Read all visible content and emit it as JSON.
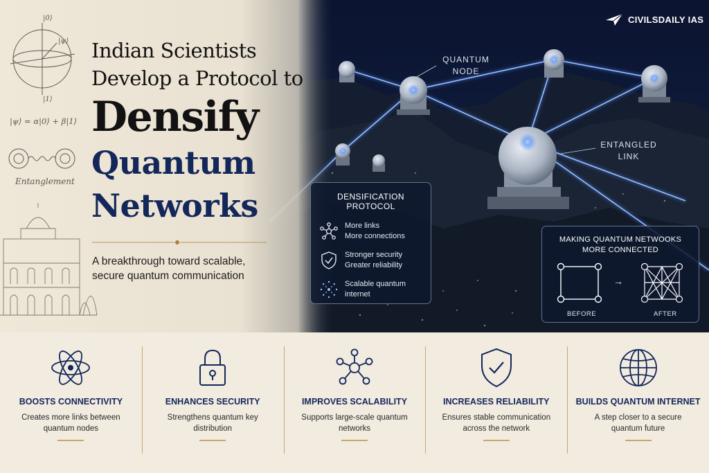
{
  "brand": {
    "name": "CIVILSDAILY IAS"
  },
  "headline": {
    "line1": "Indian Scientists",
    "line2": "Develop a Protocol to",
    "line3": "Densify",
    "line4": "Quantum",
    "line5": "Networks"
  },
  "subtitle": "A breakthrough toward scalable, secure quantum communication",
  "sketch": {
    "ket0": "|0⟩",
    "ket1": "|1⟩",
    "psi": "|ψ⟩",
    "equation": "|ψ⟩ = α|0⟩ + β|1⟩",
    "entanglement": "Entanglement"
  },
  "callouts": {
    "quantum_node": [
      "QUANTUM",
      "NODE"
    ],
    "entangled_link": [
      "ENTANGLED",
      "LINK"
    ]
  },
  "densification": {
    "title": "DENSIFICATION PROTOCOL",
    "items": [
      {
        "icon": "network-nodes-icon",
        "line1": "More links",
        "line2": "More connections"
      },
      {
        "icon": "shield-check-icon",
        "line1": "Stronger security",
        "line2": "Greater reliability"
      },
      {
        "icon": "dotted-sphere-icon",
        "line1": "Scalable quantum",
        "line2": "internet"
      }
    ]
  },
  "connected": {
    "title_line1": "MAKING QUANTUM NETWOOKS",
    "title_line2": "MORE CONNECTED",
    "before": "BEFORE",
    "after": "AFTER",
    "arrow": "→"
  },
  "features": [
    {
      "icon": "atom-icon",
      "title": "BOOSTS CONNECTIVITY",
      "desc": "Creates more links between quantum nodes"
    },
    {
      "icon": "padlock-icon",
      "title": "ENHANCES SECURITY",
      "desc": "Strengthens quantum key distribution"
    },
    {
      "icon": "network-nodes-icon",
      "title": "IMPROVES SCALABILITY",
      "desc": "Supports large-scale quantum networks"
    },
    {
      "icon": "shield-check-icon",
      "title": "INCREASES RELIABILITY",
      "desc": "Ensures stable communication across the network"
    },
    {
      "icon": "globe-icon",
      "title": "BUILDS QUANTUM INTERNET",
      "desc": "A step closer to a secure quantum future"
    }
  ],
  "colors": {
    "navy": "#13275a",
    "gold": "#c9a86a",
    "glow": "#4d8cff",
    "night": "#0b1327",
    "parchment": "#efe7d8"
  }
}
